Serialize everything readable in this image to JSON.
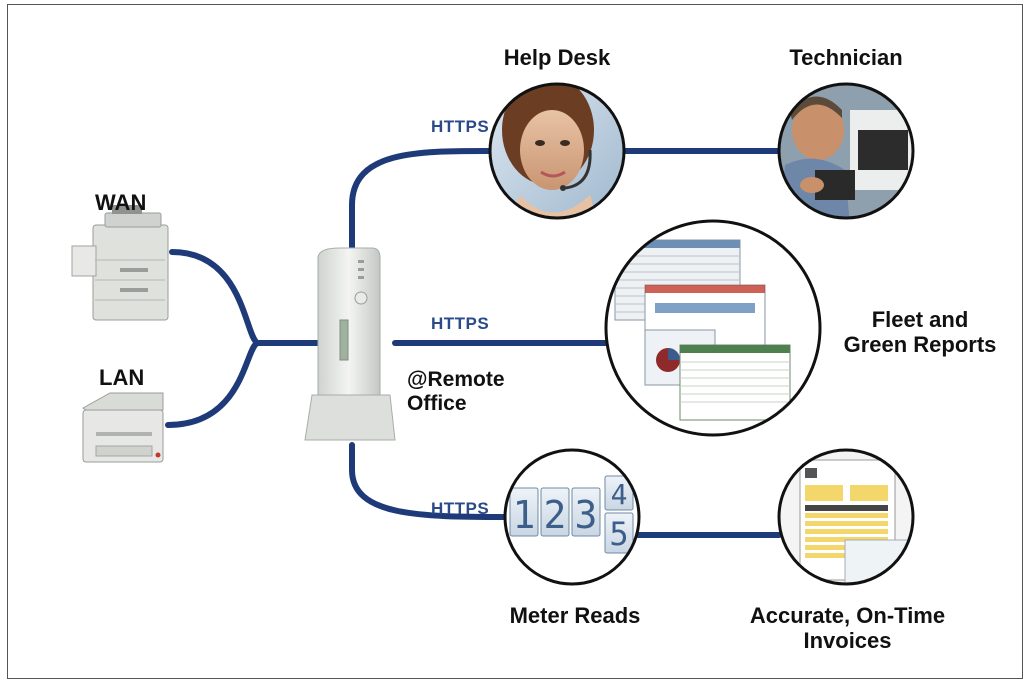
{
  "labels": {
    "wan": "WAN",
    "lan": "LAN",
    "remote_office_line1": "@Remote",
    "remote_office_line2": "Office",
    "help_desk": "Help Desk",
    "technician": "Technician",
    "fleet_line1": "Fleet and",
    "fleet_line2": "Green Reports",
    "meter_reads": "Meter Reads",
    "invoices_line1": "Accurate, On-Time",
    "invoices_line2": "Invoices"
  },
  "connections": {
    "https_top": "HTTPS",
    "https_middle": "HTTPS",
    "https_bottom": "HTTPS"
  },
  "meter_digits": [
    "1",
    "2",
    "3",
    "4",
    "5"
  ],
  "colors": {
    "link_line": "#1f3a78",
    "https_text": "#2b4a8a",
    "circle_border": "#111111"
  }
}
